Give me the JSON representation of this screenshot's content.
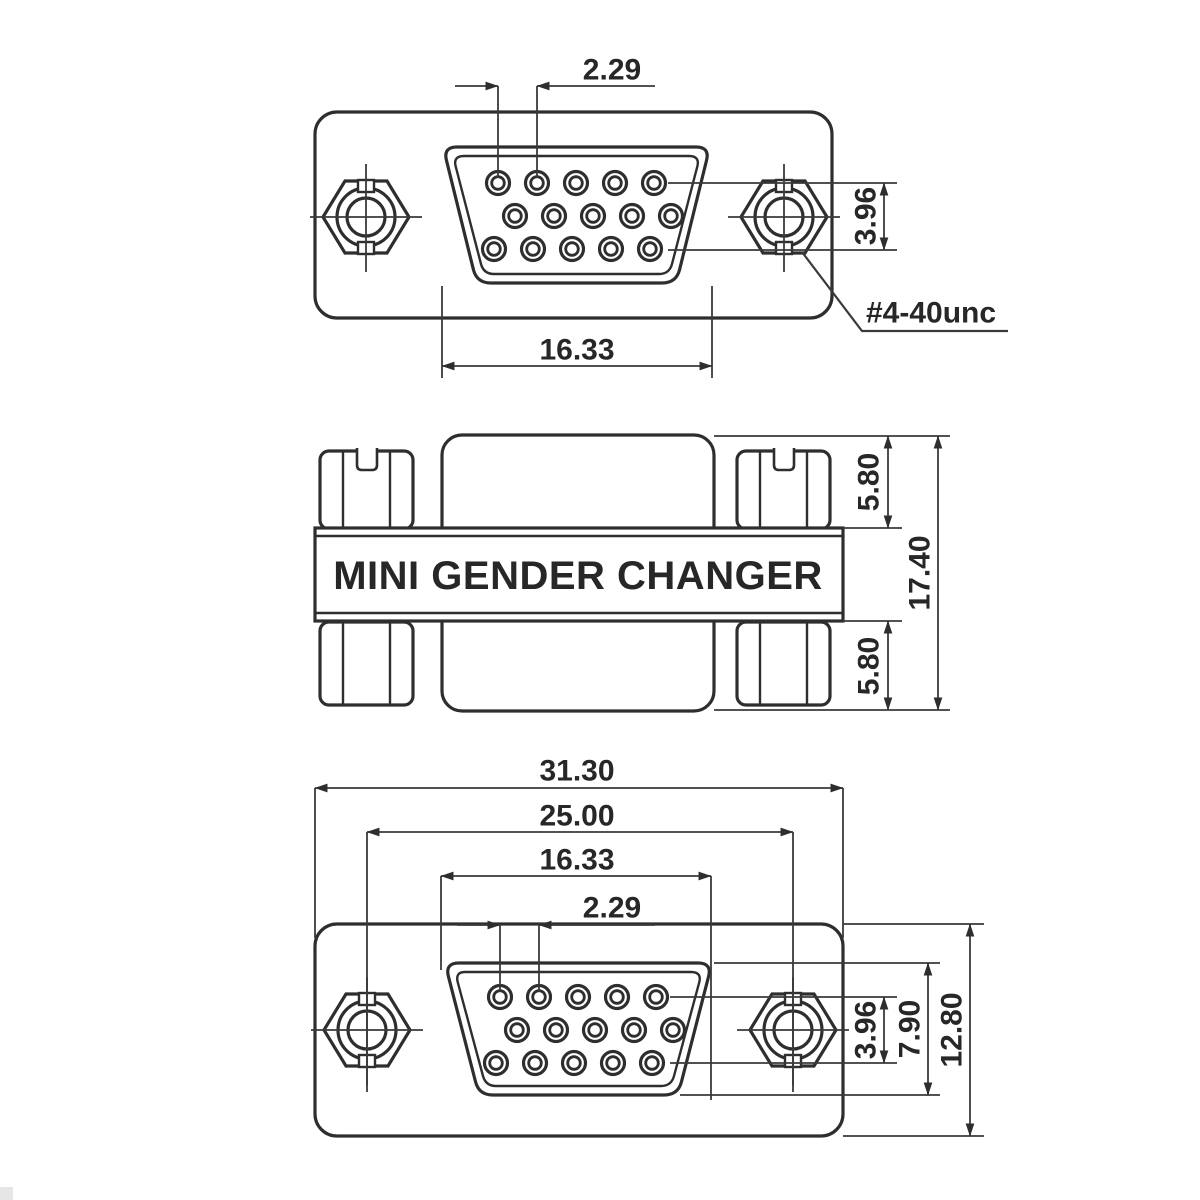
{
  "label": {
    "product": "MINI GENDER CHANGER",
    "thread": "#4-40unc"
  },
  "views": {
    "top": {
      "dims": {
        "pin_pitch": "2.29",
        "dsub_width": "16.33",
        "row_height": "3.96"
      }
    },
    "side": {
      "dims": {
        "top_screw": "5.80",
        "bottom_screw": "5.80",
        "overall_height": "17.40"
      }
    },
    "bottom": {
      "dims": {
        "overall_width": "31.30",
        "screw_spacing": "25.00",
        "dsub_width": "16.33",
        "pin_pitch": "2.29",
        "row_height": "3.96",
        "dsub_height": "7.90",
        "body_height": "12.80"
      }
    }
  }
}
